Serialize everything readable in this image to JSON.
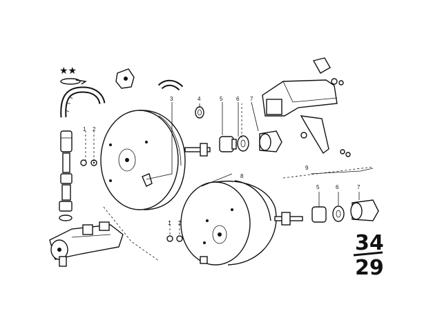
{
  "diagram": {
    "markers": [
      "★★"
    ],
    "callouts_upper": [
      "1",
      "2",
      "3",
      "4",
      "5",
      "6",
      "7",
      "8"
    ],
    "callouts_lower": [
      "1",
      "2",
      "9",
      "5",
      "6",
      "7"
    ],
    "page_number": {
      "top": "34",
      "bottom": "29"
    }
  }
}
